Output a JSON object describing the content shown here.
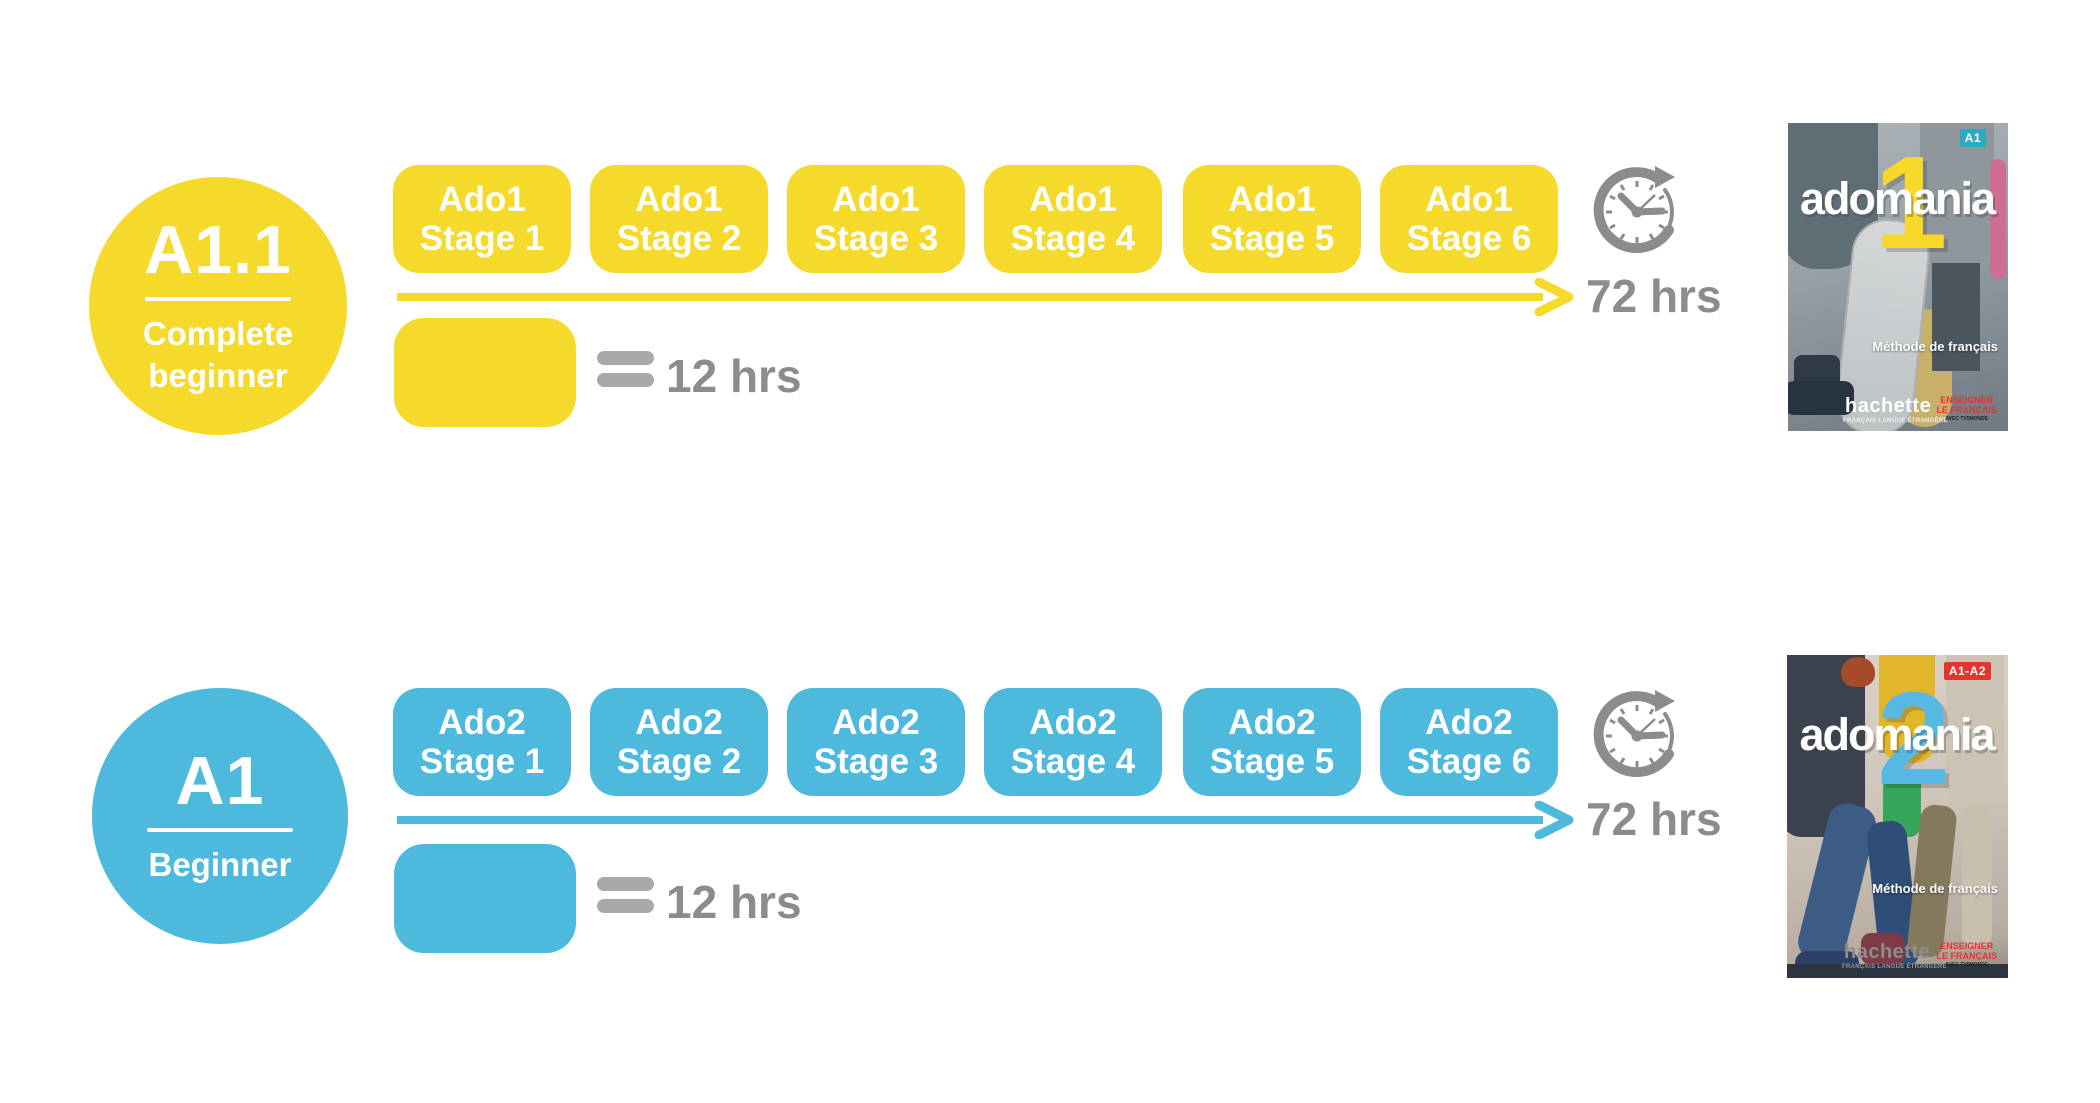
{
  "icons": {
    "clock": "stopwatch with circular arrow (elapsed time)",
    "equals": "= (one stage equals)",
    "arrow": "rightward timeline arrow"
  },
  "colors": {
    "row1_accent": "#F5D92B",
    "row2_accent": "#4DB9DD",
    "hours_text": "#8C8C8E",
    "equals_icon": "#A9A9AB",
    "book1_badge_bg": "#2BAAC1",
    "book1_number": "#F7D829",
    "book2_badge_bg": "#E5332E",
    "book2_number": "#56B9E4",
    "promo_red": "#E5332E"
  },
  "rows": [
    {
      "level": "A1.1",
      "subtitle": "Complete\nbeginner",
      "stages": [
        {
          "course": "Ado1",
          "stage": "Stage 1"
        },
        {
          "course": "Ado1",
          "stage": "Stage 2"
        },
        {
          "course": "Ado1",
          "stage": "Stage 3"
        },
        {
          "course": "Ado1",
          "stage": "Stage 4"
        },
        {
          "course": "Ado1",
          "stage": "Stage 5"
        },
        {
          "course": "Ado1",
          "stage": "Stage 6"
        }
      ],
      "total_hours": "72 hrs",
      "hours_per_stage": "12 hrs",
      "book": {
        "title": "adomania",
        "number": "1",
        "level_badge": "A1",
        "tagline": "Méthode de français",
        "publisher": "hachette",
        "publisher_tagline": "FRANÇAIS LANGUE ÉTRANGÈRE",
        "promo_line1": "ENSEIGNER",
        "promo_line2": "LE FRANÇAIS",
        "promo_line3": "AVEC TV5MONDE"
      }
    },
    {
      "level": "A1",
      "subtitle": "Beginner",
      "stages": [
        {
          "course": "Ado2",
          "stage": "Stage 1"
        },
        {
          "course": "Ado2",
          "stage": "Stage 2"
        },
        {
          "course": "Ado2",
          "stage": "Stage 3"
        },
        {
          "course": "Ado2",
          "stage": "Stage 4"
        },
        {
          "course": "Ado2",
          "stage": "Stage 5"
        },
        {
          "course": "Ado2",
          "stage": "Stage 6"
        }
      ],
      "total_hours": "72 hrs",
      "hours_per_stage": "12 hrs",
      "book": {
        "title": "adomania",
        "number": "2",
        "level_badge": "A1-A2",
        "tagline": "Méthode de français",
        "publisher": "hachette",
        "publisher_tagline": "FRANÇAIS LANGUE ÉTRANGÈRE",
        "promo_line1": "ENSEIGNER",
        "promo_line2": "LE FRANÇAIS",
        "promo_line3": "AVEC TV5MONDE"
      }
    }
  ]
}
